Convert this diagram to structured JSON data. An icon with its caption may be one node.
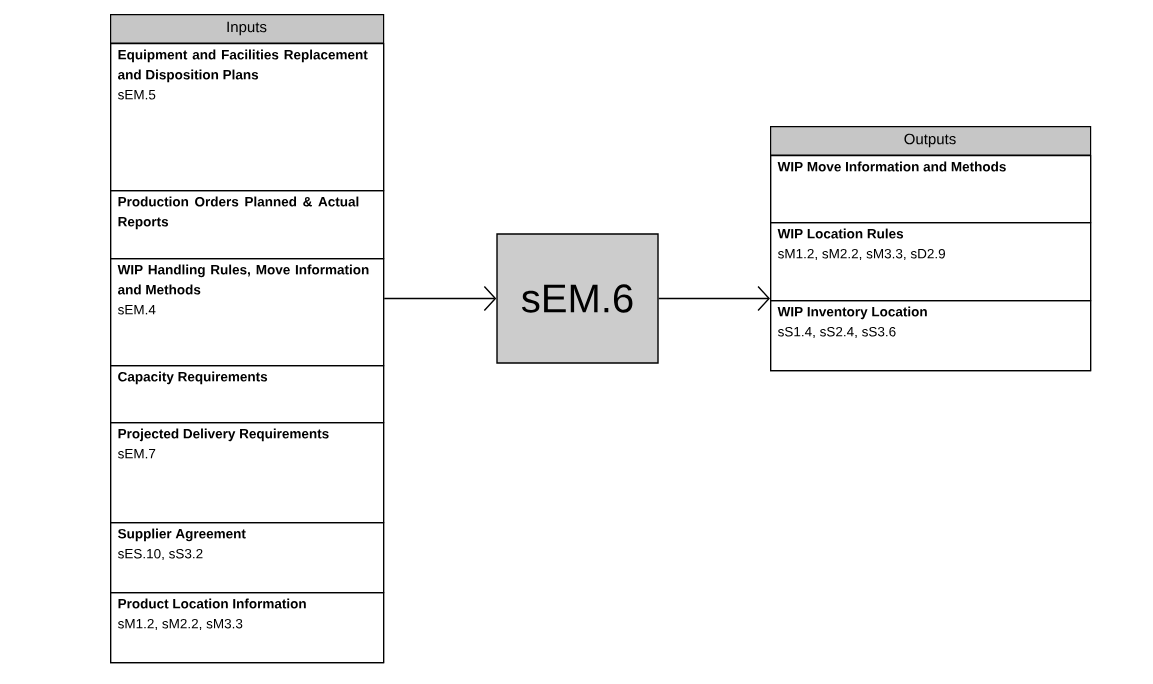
{
  "diagram": {
    "nodes": [
      {
        "text": [
          "Inputs"
        ]
      },
      {
        "text": [
          "Equipment and Facilities Replacement and Disposition Plans",
          "sEM.5"
        ],
        "in": 0
      },
      {
        "text": [
          "Production Orders Planned & Actual Reports"
        ],
        "in": 0
      },
      {
        "text": [
          "WIP Handling Rules, Move Information and Methods",
          "sEM.4"
        ],
        "in": 0
      },
      {
        "text": [
          "Capacity Requirements"
        ],
        "in": 0
      },
      {
        "text": [
          "Projected Delivery Requirements",
          "sEM.7"
        ],
        "in": 0
      },
      {
        "text": [
          "Supplier Agreement",
          "sES.10, sS3.2"
        ],
        "in": 0
      },
      {
        "text": [
          "Product Location Information",
          "sM1.2, sM2.2, sM3.3"
        ],
        "in": 0
      },
      {
        "text": [
          "sEM.6"
        ]
      },
      {
        "text": [
          "Outputs"
        ]
      },
      {
        "text": [
          "WIP Move Information and Methods"
        ],
        "in": 9
      },
      {
        "text": [
          "WIP Location Rules",
          "sM1.2, sM2.2, sM3.3, sD2.9"
        ],
        "in": 9
      },
      {
        "text": [
          "WIP Inventory Location",
          "sS1.4, sS2.4, sS3.6"
        ],
        "in": 9
      }
    ],
    "edges": [
      {
        "from": 0,
        "to": 8,
        "arrow": "to"
      },
      {
        "from": 8,
        "to": 9,
        "arrow": "to"
      }
    ]
  }
}
